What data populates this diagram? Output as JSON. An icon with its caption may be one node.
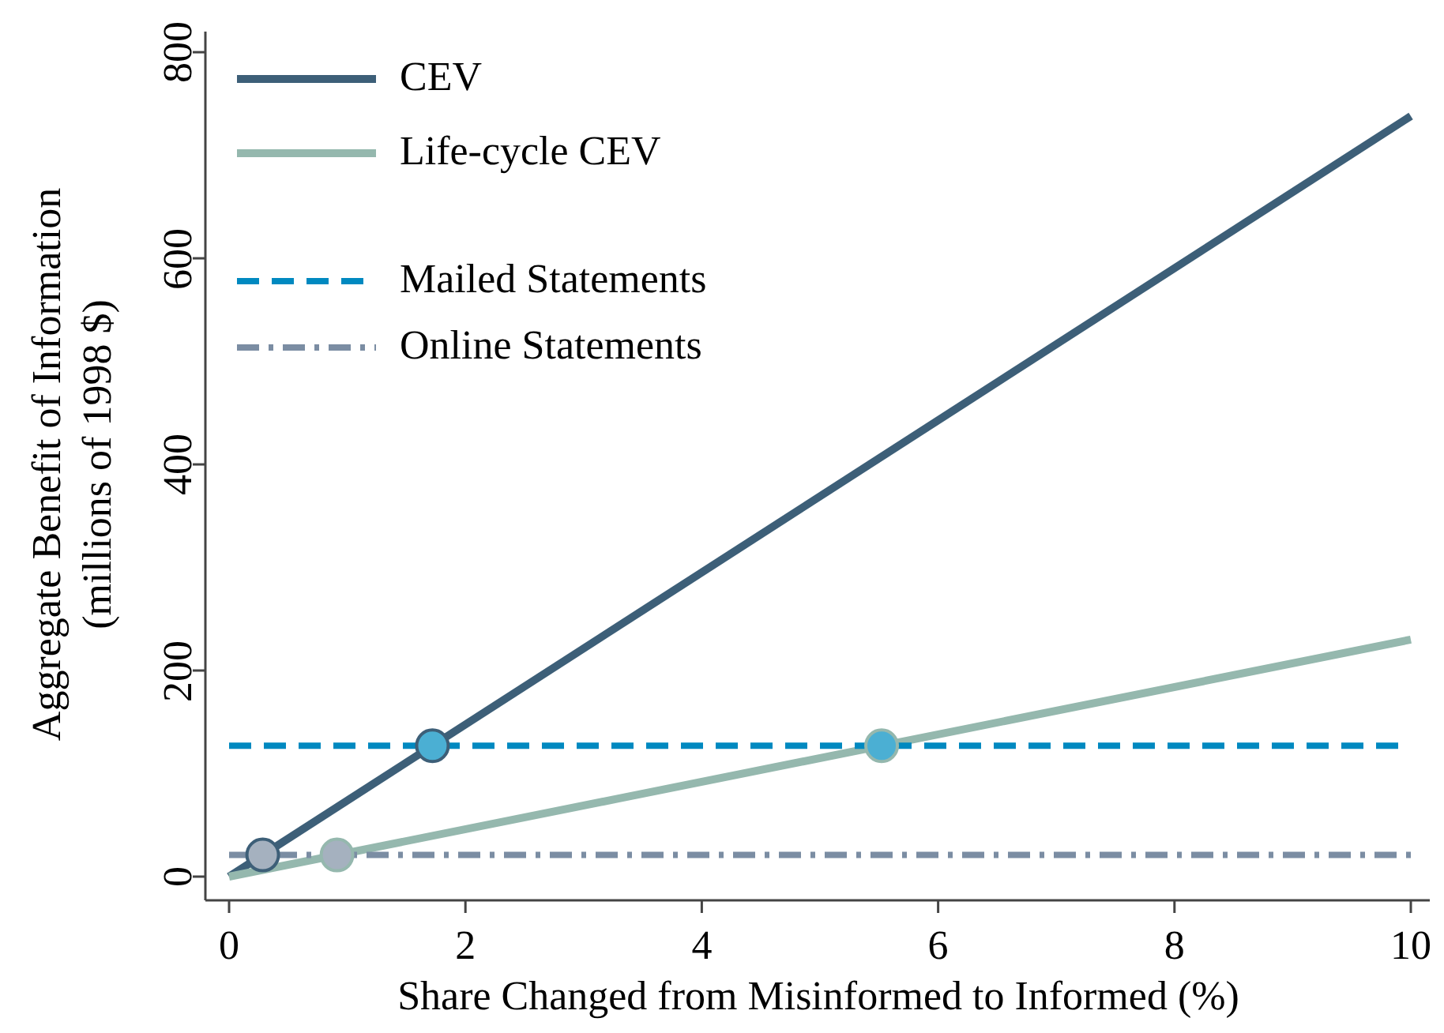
{
  "diagram": {
    "chart_data": {
      "type": "line",
      "xlabel": "Share Changed from Misinformed to Informed (%)",
      "ylabel": "Aggregate Benefit of Information (millions of 1998 $)",
      "x": [
        0,
        10
      ],
      "series": [
        {
          "name": "CEV",
          "color": "#3d5f78",
          "values": [
            0,
            738
          ]
        },
        {
          "name": "Life-cycle CEV",
          "color": "#95b8ae",
          "values": [
            0,
            230
          ]
        },
        {
          "name": "Mailed Statements",
          "color": "#0089c0",
          "line_style": "dashed",
          "values": [
            127,
            127
          ]
        },
        {
          "name": "Online Statements",
          "color": "#7b8da3",
          "line_style": "dashdot",
          "values": [
            21,
            21
          ]
        }
      ],
      "legend": "top-left",
      "xlim": [
        0,
        10
      ],
      "ylim": [
        -23,
        820
      ],
      "xticks": [
        0,
        2,
        4,
        6,
        8,
        10
      ],
      "yticks": [
        0,
        200,
        400,
        600,
        800
      ]
    }
  }
}
